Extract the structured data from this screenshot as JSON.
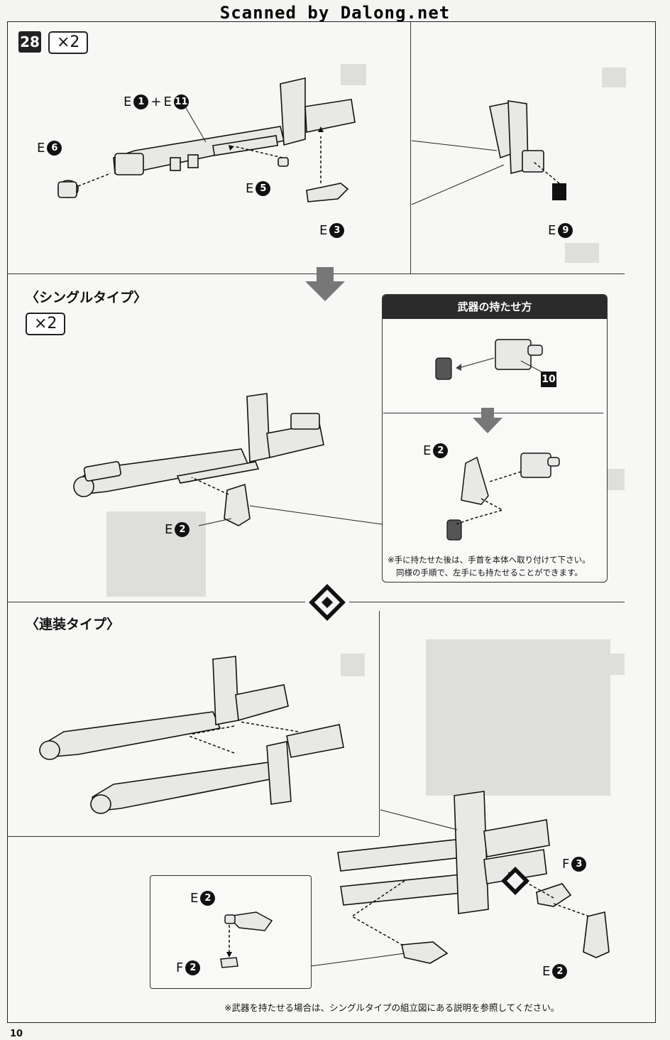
{
  "scan_banner": "Scanned by Dalong.net",
  "step": {
    "number": "28",
    "quantity": "×2"
  },
  "top_parts": {
    "e1_e11": {
      "prefix": "E",
      "a": "1",
      "plus": "+",
      "prefix2": "E",
      "b": "11"
    },
    "e6": {
      "prefix": "E",
      "num": "6"
    },
    "e5": {
      "prefix": "E",
      "num": "5"
    },
    "e3": {
      "prefix": "E",
      "num": "3"
    },
    "e9": {
      "prefix": "E",
      "num": "9"
    }
  },
  "single_type": {
    "title": "〈シングルタイプ〉",
    "quantity": "×2",
    "e2": {
      "prefix": "E",
      "num": "2"
    }
  },
  "grip_panel": {
    "title": "武器の持たせ方",
    "hand_num": "10",
    "e2": {
      "prefix": "E",
      "num": "2"
    },
    "note_line1": "※手に持たせた後は、手首を本体へ取り付けて下さい。",
    "note_line2": "同様の手順で、左手にも持たせることができます。"
  },
  "twin_type": {
    "title": "〈連装タイプ〉",
    "f3": {
      "prefix": "F",
      "num": "3"
    },
    "e2": {
      "prefix": "E",
      "num": "2"
    },
    "sub_e2": {
      "prefix": "E",
      "num": "2"
    },
    "sub_f2": {
      "prefix": "F",
      "num": "2"
    }
  },
  "bottom_note": "※武器を持たせる場合は、シングルタイプの組立図にある説明を参照してください。",
  "page_number": "10"
}
